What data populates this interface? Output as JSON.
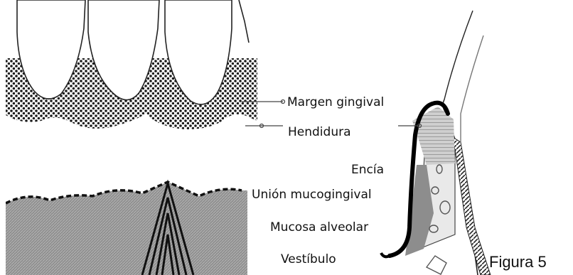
{
  "labels": {
    "margen": "Margen gingival",
    "hendidura": "Hendidura",
    "encia": "Encía",
    "union": "Unión mucogingival",
    "mucosa": "Mucosa alveolar",
    "vestibulo": "Vestíbulo"
  },
  "caption": "Figura 5"
}
